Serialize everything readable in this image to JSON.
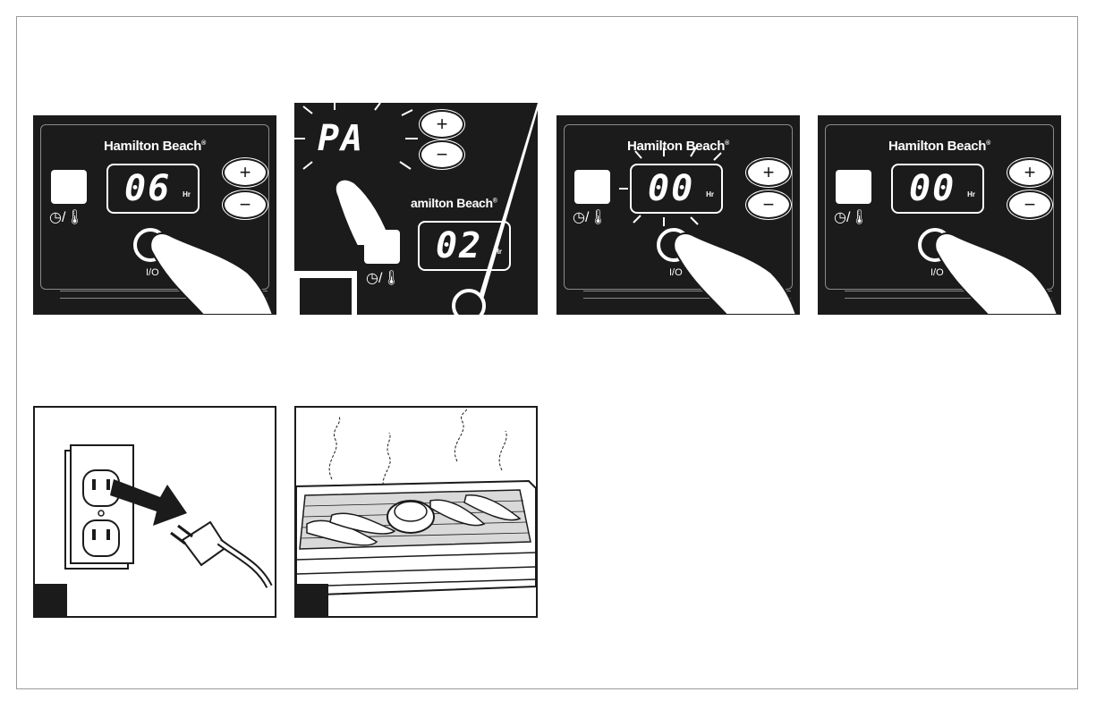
{
  "brand": "Hamilton Beach",
  "brand_mark": "®",
  "hr_unit": "Hr",
  "power_label": "I/O",
  "plus_symbol": "+",
  "minus_symbol": "−",
  "timer_icons": "◷/🌡",
  "panels": [
    {
      "display": "06"
    },
    {
      "display_top": "PA",
      "display_bottom": "02",
      "brand_partial": "amilton Beach"
    },
    {
      "display": "00",
      "blinking": true
    },
    {
      "display": "00"
    }
  ],
  "colors": {
    "panel": "#1b1b1b",
    "ink": "#ffffff"
  }
}
